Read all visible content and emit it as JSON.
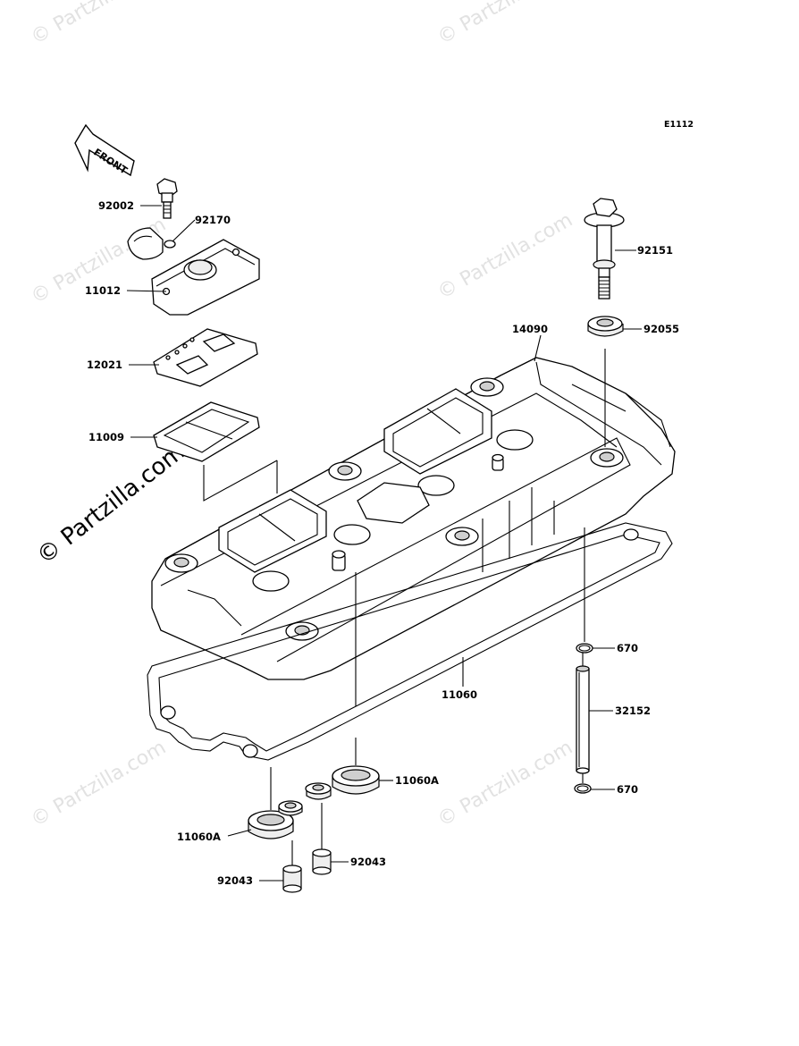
{
  "diagram": {
    "ref_code": "E1112",
    "front_label": "FRONT",
    "watermark": "© Partzilla.com",
    "watermark_main": "© Partzilla.com",
    "parts": {
      "p92002": "92002",
      "p92170": "92170",
      "p11012": "11012",
      "p12021": "12021",
      "p11009": "11009",
      "p92151": "92151",
      "p92055": "92055",
      "p14090": "14090",
      "p670_top": "670",
      "p11060": "11060",
      "p32152": "32152",
      "p670_bottom": "670",
      "p11060A_right": "11060A",
      "p11060A_left": "11060A",
      "p92043_right": "92043",
      "p92043_left": "92043"
    }
  }
}
